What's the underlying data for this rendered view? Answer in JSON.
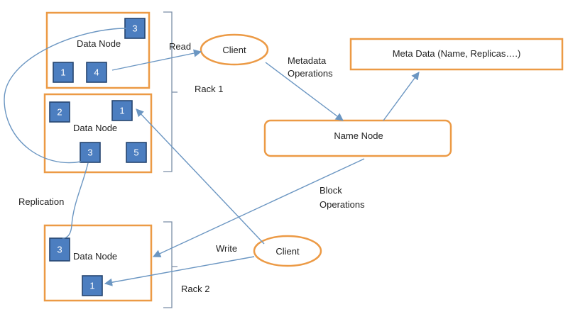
{
  "nodes": {
    "data_node_1": {
      "label": "Data Node",
      "blocks": [
        "3",
        "1",
        "4"
      ]
    },
    "data_node_2": {
      "label": "Data Node",
      "blocks": [
        "2",
        "1",
        "3",
        "5"
      ]
    },
    "data_node_3": {
      "label": "Data Node",
      "blocks": [
        "3",
        "1"
      ]
    },
    "client_read": {
      "label": "Client"
    },
    "client_write": {
      "label": "Client"
    },
    "name_node": {
      "label": "Name Node"
    },
    "meta_data": {
      "label": "Meta Data (Name, Replicas….)"
    }
  },
  "racks": {
    "rack_1": "Rack 1",
    "rack_2": "Rack 2"
  },
  "edge_labels": {
    "read": "Read",
    "write": "Write",
    "replication": "Replication",
    "metadata_line1": "Metadata",
    "metadata_line2": "Operations",
    "block_line1": "Block",
    "block_line2": "Operations"
  },
  "colors": {
    "box_border": "#ec9a45",
    "block_fill": "#4c7ec0",
    "connector": "#6b96c2"
  }
}
